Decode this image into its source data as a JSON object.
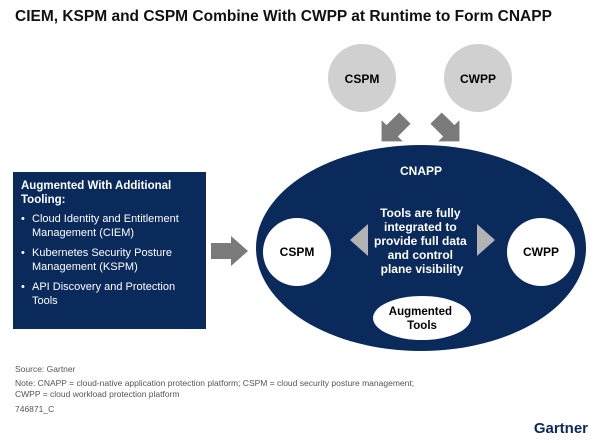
{
  "title": "CIEM, KSPM and CSPM Combine With CWPP at Runtime to Form CNAPP",
  "top_nodes": [
    "CSPM",
    "CWPP"
  ],
  "cnapp": {
    "label": "CNAPP",
    "left_node": "CSPM",
    "right_node": "CWPP",
    "center_text": [
      "Tools are fully",
      "integrated to",
      "provide full data",
      "and control",
      "plane visibility"
    ],
    "bottom_node": [
      "Augmented",
      "Tools"
    ]
  },
  "panel": {
    "heading": "Augmented With Additional Tooling:",
    "items": [
      "Cloud Identity and Entitlement Management (CIEM)",
      "Kubernetes Security Posture Management (KSPM)",
      "API Discovery and Protection Tools"
    ],
    "bullet": "•"
  },
  "footer": {
    "source": "Source: Gartner",
    "note_line1": "Note: CNAPP = cloud-native application protection platform; CSPM = cloud security posture management;",
    "note_line2": "CWPP = cloud workload protection platform",
    "id": "746871_C"
  },
  "logo": "Gartner",
  "colors": {
    "navy": "#0a2a5c",
    "grey_circle": "#d0d0d0",
    "arrow_grey": "#7a7a7a",
    "white": "#ffffff"
  }
}
